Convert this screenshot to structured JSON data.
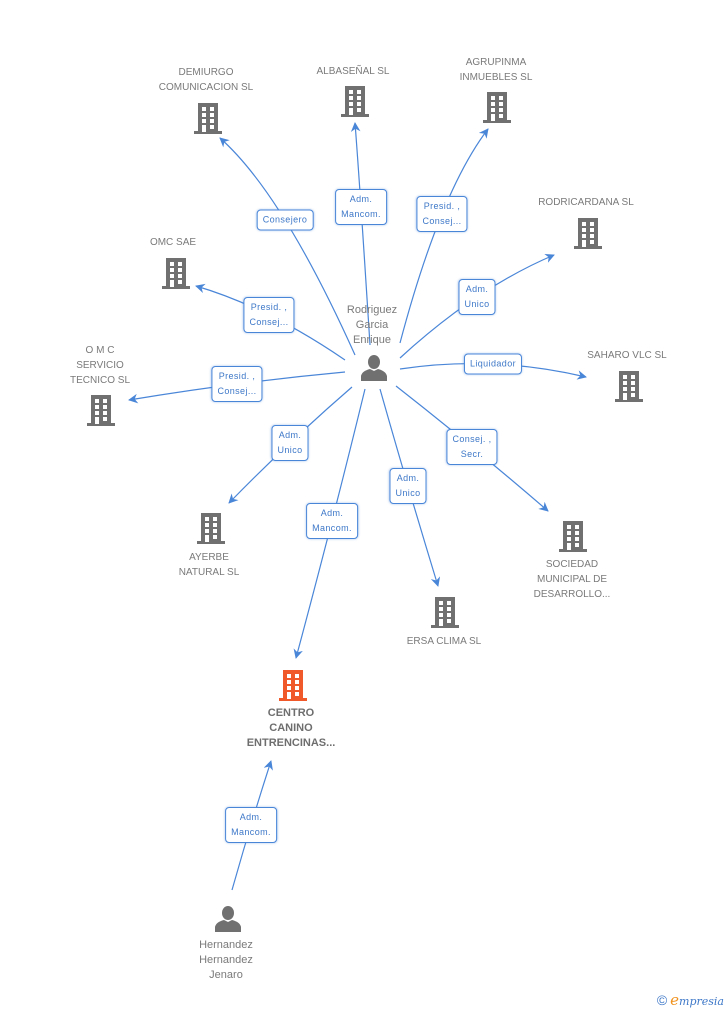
{
  "colors": {
    "edge": "#4a86d8",
    "company_icon": "#707070",
    "focus_company_icon": "#f0592a",
    "person_icon": "#707070",
    "label_text": "#7a7a7a"
  },
  "center_person": {
    "id": "rodriguez",
    "name": [
      "Rodriguez",
      "Garcia",
      "Enrique"
    ]
  },
  "companies": [
    {
      "id": "demiurgo",
      "name": [
        "DEMIURGO",
        "COMUNICACION SL"
      ],
      "focus": false
    },
    {
      "id": "albasenal",
      "name": [
        "ALBASEÑAL SL"
      ],
      "focus": false
    },
    {
      "id": "agrupinma",
      "name": [
        "AGRUPINMA",
        "INMUEBLES SL"
      ],
      "focus": false
    },
    {
      "id": "rodricardana",
      "name": [
        "RODRICARDANA SL"
      ],
      "focus": false
    },
    {
      "id": "omcsae",
      "name": [
        "OMC SAE"
      ],
      "focus": false
    },
    {
      "id": "omcservicio",
      "name": [
        "O M C",
        "SERVICIO",
        "TECNICO SL"
      ],
      "focus": false
    },
    {
      "id": "saharo",
      "name": [
        "SAHARO VLC SL"
      ],
      "focus": false
    },
    {
      "id": "ayerbe",
      "name": [
        "AYERBE",
        "NATURAL SL"
      ],
      "focus": false
    },
    {
      "id": "sociedad",
      "name": [
        "SOCIEDAD",
        "MUNICIPAL DE",
        "DESARROLLO..."
      ],
      "focus": false
    },
    {
      "id": "ersa",
      "name": [
        "ERSA CLIMA  SL"
      ],
      "focus": false
    },
    {
      "id": "centro",
      "name": [
        "CENTRO",
        "CANINO",
        "ENTRENCINAS..."
      ],
      "focus": true
    }
  ],
  "other_people": [
    {
      "id": "hernandez",
      "name": [
        "Hernandez",
        "Hernandez",
        "Jenaro"
      ]
    }
  ],
  "relations": [
    {
      "from": "rodriguez",
      "to": "demiurgo",
      "label": [
        "Consejero"
      ]
    },
    {
      "from": "rodriguez",
      "to": "albasenal",
      "label": [
        "Adm.",
        "Mancom."
      ]
    },
    {
      "from": "rodriguez",
      "to": "agrupinma",
      "label": [
        "Presid. ,",
        "Consej..."
      ]
    },
    {
      "from": "rodriguez",
      "to": "rodricardana",
      "label": [
        "Adm.",
        "Unico"
      ]
    },
    {
      "from": "rodriguez",
      "to": "omcsae",
      "label": [
        "Presid. ,",
        "Consej..."
      ]
    },
    {
      "from": "rodriguez",
      "to": "omcservicio",
      "label": [
        "Presid. ,",
        "Consej..."
      ]
    },
    {
      "from": "rodriguez",
      "to": "saharo",
      "label": [
        "Liquidador"
      ]
    },
    {
      "from": "rodriguez",
      "to": "ayerbe",
      "label": [
        "Adm.",
        "Unico"
      ]
    },
    {
      "from": "rodriguez",
      "to": "sociedad",
      "label": [
        "Consej. ,",
        "Secr."
      ]
    },
    {
      "from": "rodriguez",
      "to": "ersa",
      "label": [
        "Adm.",
        "Unico"
      ]
    },
    {
      "from": "rodriguez",
      "to": "centro",
      "label": [
        "Adm.",
        "Mancom."
      ]
    },
    {
      "from": "hernandez",
      "to": "centro",
      "label": [
        "Adm.",
        "Mancom."
      ]
    }
  ],
  "footer": {
    "copyright_symbol": "©",
    "brand_first": "e",
    "brand_rest": "mpresia"
  }
}
